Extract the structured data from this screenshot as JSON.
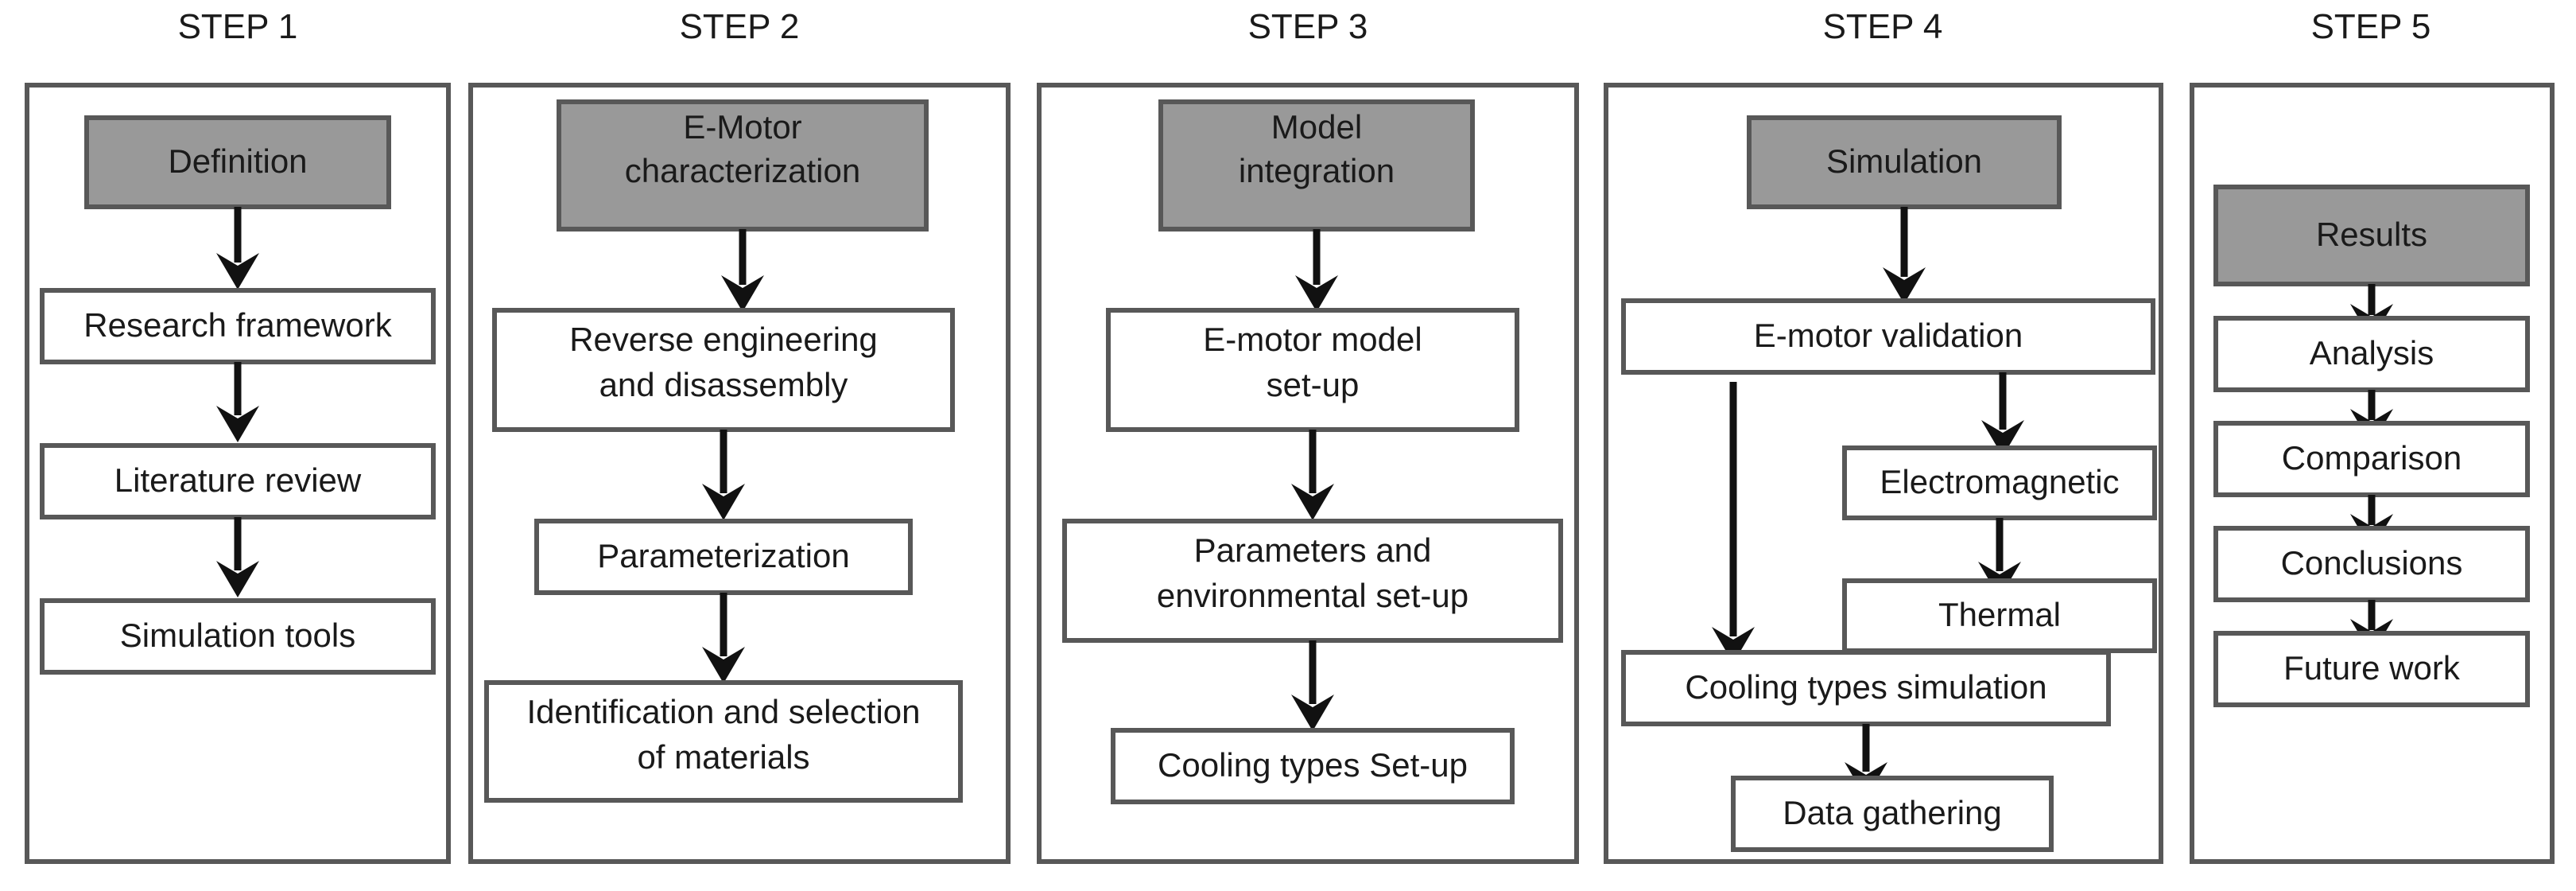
{
  "diagram": {
    "title_prefix": "STEP",
    "accent_header_fill": "#999999",
    "box_fill": "#ffffff",
    "border_color": "#585858",
    "arrow_color": "#111111",
    "steps": [
      {
        "title": "STEP 1",
        "header": "Definition",
        "nodes": [
          "Research framework",
          "Literature review",
          "Simulation tools"
        ]
      },
      {
        "title": "STEP 2",
        "header": "E-Motor characterization",
        "header_line1": "E-Motor",
        "header_line2": "characterization",
        "nodes": [
          "Reverse engineering and disassembly",
          "Parameterization",
          "Identification and selection of materials"
        ],
        "node_lines": [
          [
            "Reverse engineering",
            "and disassembly"
          ],
          [
            "Parameterization"
          ],
          [
            "Identification and selection",
            "of materials"
          ]
        ]
      },
      {
        "title": "STEP 3",
        "header": "Model integration",
        "header_line1": "Model",
        "header_line2": "integration",
        "nodes": [
          "E-motor model set-up",
          "Parameters and environmental set-up",
          "Cooling types Set-up"
        ],
        "node_lines": [
          [
            "E-motor model",
            "set-up"
          ],
          [
            "Parameters and",
            "environmental set-up"
          ],
          [
            "Cooling types Set-up"
          ]
        ]
      },
      {
        "title": "STEP 4",
        "header": "Simulation",
        "nodes": [
          "E-motor validation",
          "Electromagnetic",
          "Thermal",
          "Cooling types simulation",
          "Data gathering"
        ]
      },
      {
        "title": "STEP 5",
        "header": "Results",
        "nodes": [
          "Analysis",
          "Comparison",
          "Conclusions",
          "Future work"
        ]
      }
    ]
  }
}
